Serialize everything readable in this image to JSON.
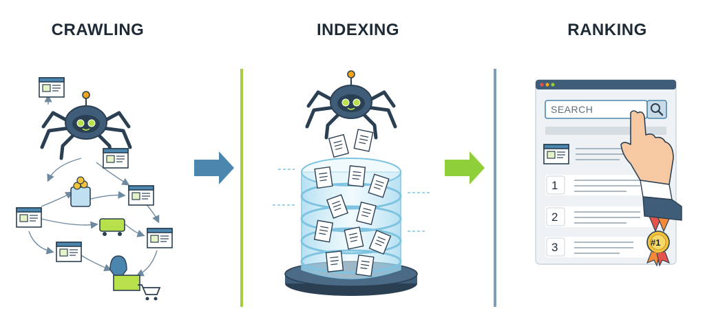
{
  "stages": [
    {
      "title": "CRAWLING"
    },
    {
      "title": "INDEXING"
    },
    {
      "title": "RANKING"
    }
  ],
  "search": {
    "placeholder": "SEARCH"
  },
  "results": [
    {
      "rank": "1"
    },
    {
      "rank": "2"
    },
    {
      "rank": "3"
    }
  ],
  "medal": {
    "label": "#1"
  },
  "colors": {
    "robot": "#3f5d78",
    "robot_dark": "#2a3f52",
    "antenna": "#f2a51a",
    "eye": "#b8e04a",
    "divider_green": "#a6cf3f",
    "divider_blue": "#7d9fb6",
    "arrow_blue": "#4a86ad",
    "arrow_green": "#8fcf3a",
    "doc_green": "#e6f2c8",
    "cylinder": "#bfe6f5"
  }
}
